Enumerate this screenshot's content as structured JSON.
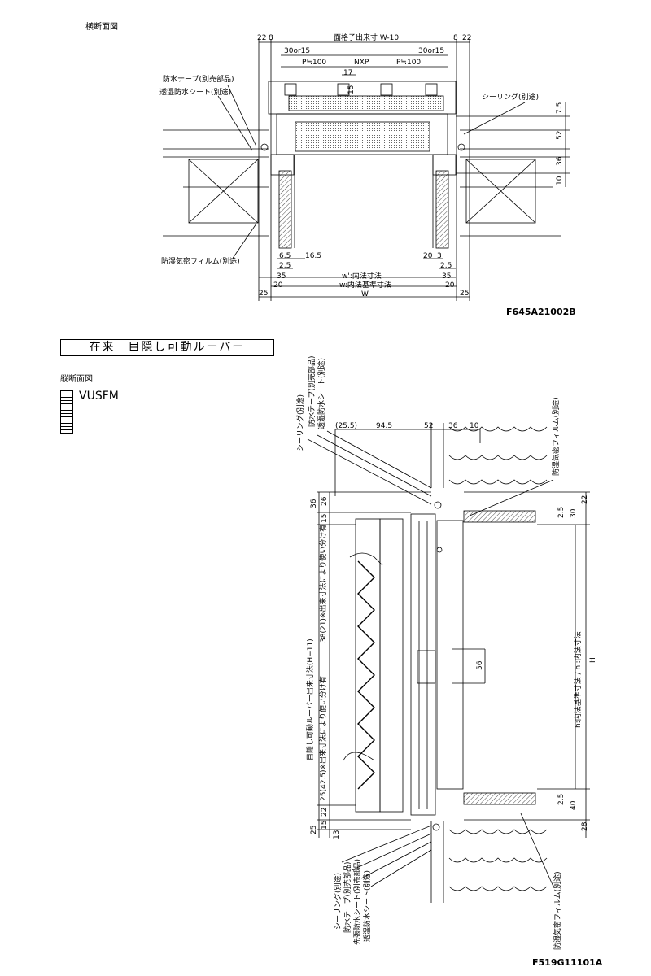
{
  "top_section": {
    "label": "横断面図",
    "code": "F645A21002B",
    "dims_top": {
      "left_22": "22",
      "left_8": "8",
      "center": "面格子出来寸 W-10",
      "right_8": "8",
      "right_22": "22",
      "left_30or15": "30or15",
      "right_30or15": "30or15",
      "left_p": "P≒100",
      "nxp": "NXP",
      "right_p": "P≒100",
      "d17": "17",
      "d15": "15"
    },
    "dims_right": [
      "7.5",
      "52",
      "36",
      "10"
    ],
    "dims_bottom": {
      "d65": "6.5",
      "d165": "16.5",
      "d25a": "2.5",
      "d35a": "35",
      "d20a": "20",
      "d25": "25",
      "d20r": "20",
      "d3": "3",
      "d25r": "2.5",
      "d35r": "35",
      "d20b": "20",
      "d25b": "25",
      "inner": "w':内法寸法",
      "inner_ref": "w:内法基準寸法",
      "W": "W"
    },
    "callouts": {
      "waterproof_tape": "防水テープ(別売部品)",
      "breathable_sheet": "透湿防水シート(別途)",
      "sealing": "シーリング(別途)",
      "vapor_film": "防湿気密フィルム(別途)"
    }
  },
  "title": "在来　目隠し可動ルーバー",
  "bottom_section": {
    "label": "縦断面図",
    "model": "VUSFM",
    "code": "F519G11101A",
    "dims_top": [
      "(25.5)",
      "94.5",
      "52",
      "36",
      "10"
    ],
    "dims_left": [
      "36",
      "26",
      "15",
      "22",
      "25",
      "15",
      "13"
    ],
    "dims_right": [
      "22",
      "2.5",
      "30",
      "2.5",
      "40",
      "28"
    ],
    "d56": "56",
    "louver_h": "目隠し可動ルーバー出来寸法(H−11)",
    "note_top": "38(21)※出来寸法により使い分け有",
    "note_bottom": "25(42.5)※出来寸法により使い分け有",
    "h_label": "h:内法基準寸法 / h':内法寸法",
    "H": "H",
    "callouts_top": [
      "シーリング(別途)",
      "防水テープ(別売部品)",
      "透湿防水シート(別途)"
    ],
    "callout_top_right": "防湿気密フィルム(別途)",
    "callouts_bottom": [
      "シーリング(別途)",
      "防水テープ(別売部品)",
      "先張防水シート(別売部品)",
      "透湿防水シート(別途)"
    ],
    "callout_bottom_right": "防湿気密フィルム(別途)"
  }
}
